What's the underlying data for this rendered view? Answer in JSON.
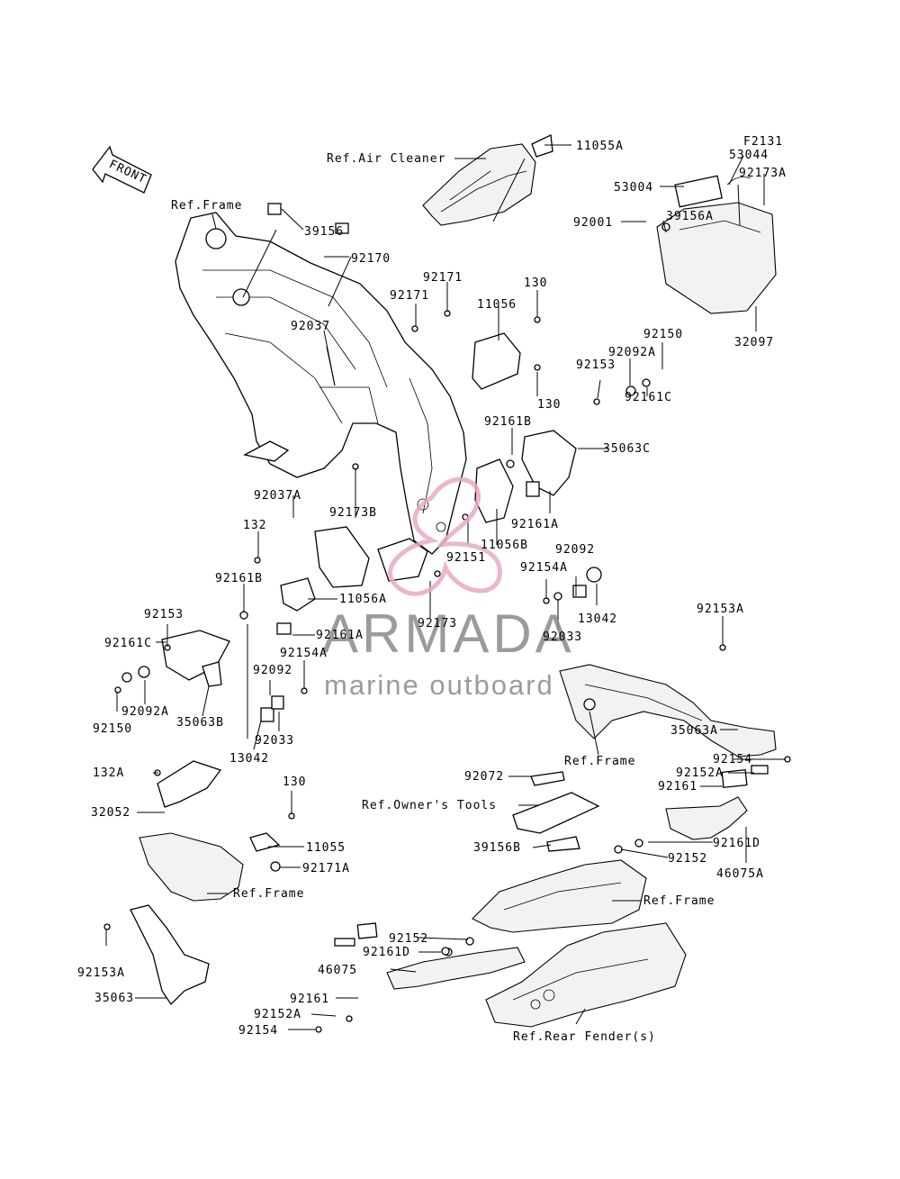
{
  "diagram_code": "F2131",
  "front_label": "FRONT",
  "watermark": {
    "title": "ARMADA",
    "subtitle": "marine outboard",
    "colors": {
      "logo_pink": "#e7a9c6",
      "logo_gray": "#8a8a8a"
    }
  },
  "labels": [
    "11055A",
    "Ref.Air Cleaner",
    "53044",
    "92173A",
    "53004",
    "Ref.Frame",
    "39156",
    "39156A",
    "92170",
    "92001",
    "92171",
    "92171",
    "130",
    "11056",
    "92037",
    "32097",
    "92150",
    "92092A",
    "92153",
    "130",
    "92161C",
    "92161B",
    "35063C",
    "92037A",
    "92173B",
    "132",
    "11056B",
    "92161A",
    "92151",
    "92092",
    "92161B",
    "92154A",
    "11056A",
    "92173",
    "13042",
    "92153",
    "92161A",
    "92033",
    "92161C",
    "92154A",
    "92153A",
    "92092",
    "92092A",
    "35063B",
    "92033",
    "92150",
    "13042",
    "35063A",
    "Ref.Frame",
    "92154",
    "132A",
    "92072",
    "92152A",
    "130",
    "92161",
    "32052",
    "Ref.Owner's Tools",
    "92161D",
    "11055",
    "39156B",
    "92152",
    "92171A",
    "46075A",
    "Ref.Frame",
    "Ref.Frame",
    "92152",
    "92161D",
    "46075",
    "92161",
    "92152A",
    "92154",
    "Ref.Rear Fender(s)",
    "35063",
    "92153A"
  ]
}
